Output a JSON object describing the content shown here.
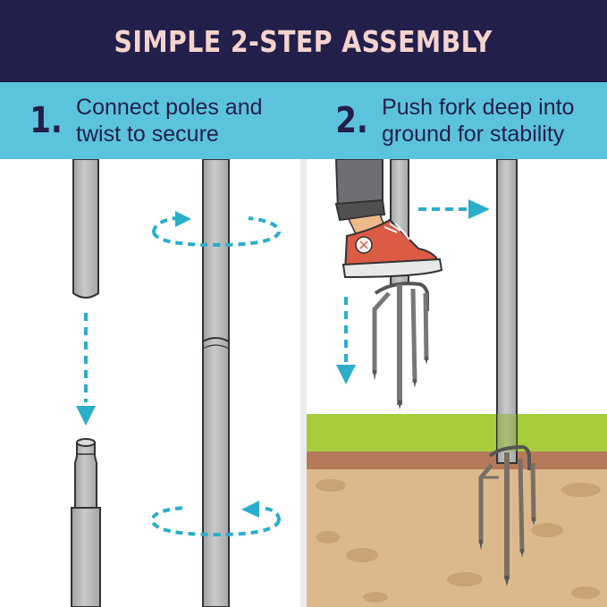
{
  "header": {
    "title": "SIMPLE 2-STEP ASSEMBLY"
  },
  "steps": [
    {
      "number": "1.",
      "text": "Connect poles and\ntwist to secure"
    },
    {
      "number": "2.",
      "text": "Push fork deep into\nground for stability"
    }
  ],
  "colors": {
    "header_bg": "#221f4a",
    "header_text": "#f6d3cd",
    "band_bg": "#5bc4dc",
    "arrow": "#2aaec9",
    "pole": "#b2b4b6",
    "grass": "#a7cd3d",
    "soil": "#dcb98d",
    "shoe": "#db5b45"
  },
  "icons": [
    "pole-icon",
    "down-arrow-icon",
    "twist-arrow-icon",
    "right-arrow-icon",
    "sneaker-icon",
    "fork-icon",
    "ground-icon"
  ]
}
